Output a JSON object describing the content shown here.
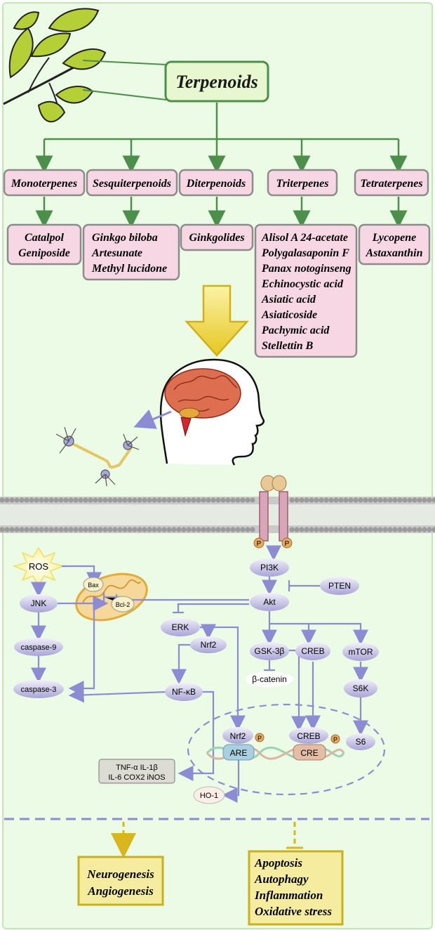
{
  "title": "Terpenoids",
  "classes": [
    {
      "name": "Monoterpenes",
      "compounds": [
        "Catalpol",
        "Geniposide"
      ]
    },
    {
      "name": "Sesquiterpenoids",
      "compounds": [
        "Ginkgo biloba",
        "Artesunate",
        "Methyl lucidone"
      ]
    },
    {
      "name": "Diterpenoids",
      "compounds": [
        "Ginkgolides"
      ]
    },
    {
      "name": "Triterpenes",
      "compounds": [
        "Alisol A 24-acetate",
        "Polygalasaponin F",
        "Panax notoginseng",
        "Echinocystic acid",
        "Asiatic acid",
        "Asiaticoside",
        "Pachymic acid",
        "Stellettin B"
      ]
    },
    {
      "name": "Tetraterpenes",
      "compounds": [
        "Lycopene",
        "Astaxanthin"
      ]
    }
  ],
  "pathway": {
    "ros": "ROS",
    "bax": "Bax",
    "bcl2": "Bcl-2",
    "jnk": "JNK",
    "casp9": "caspase-9",
    "casp3": "caspase-3",
    "pi3k": "PI3K",
    "pten": "PTEN",
    "akt": "Akt",
    "erk": "ERK",
    "nrf2": "Nrf2",
    "gsk3b": "GSK-3β",
    "creb": "CREB",
    "mtor": "mTOR",
    "bcatenin": "β-catenin",
    "s6k": "S6K",
    "s6": "S6",
    "nfkb": "NF-κB",
    "nrf2_nuc": "Nrf2",
    "creb_nuc": "CREB",
    "are": "ARE",
    "cre": "CRE",
    "p": "P",
    "cytokines_line1": "TNF-α  IL-1β",
    "cytokines_line2": "IL-6  COX2  iNOS",
    "ho1": "HO-1"
  },
  "outcomes": {
    "promoted": [
      "Neurogenesis",
      "Angiogenesis"
    ],
    "inhibited": [
      "Apoptosis",
      "Autophagy",
      "Inflammation",
      "Oxidative stress"
    ]
  },
  "colors": {
    "green": "#4c8f4a",
    "pink": "#f7d7e3",
    "purple_arrow": "#8d8bd4",
    "yellow": "#f0e58c",
    "yellow_border": "#c9b021"
  }
}
